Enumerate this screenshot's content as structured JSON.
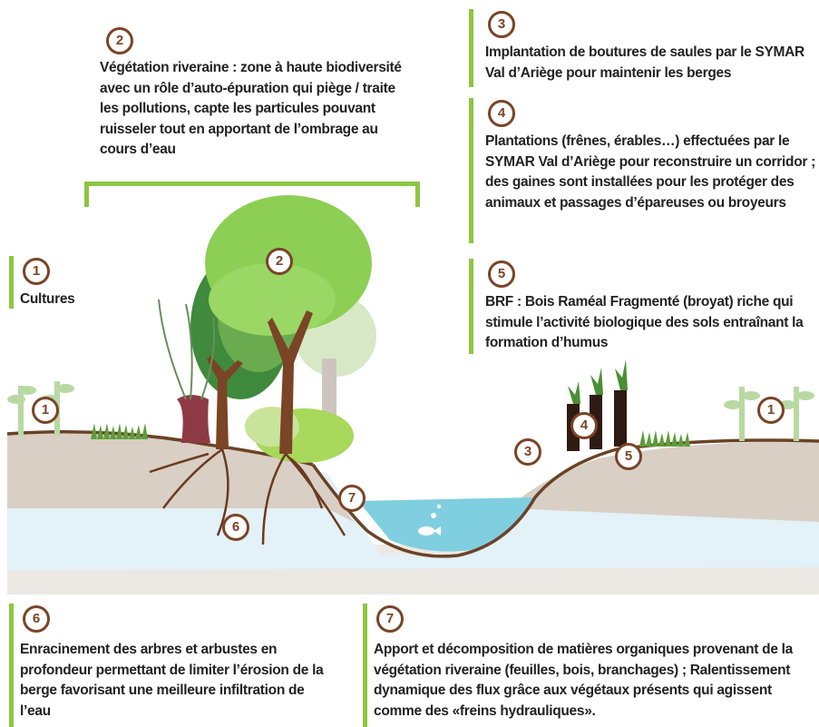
{
  "notes": {
    "n1": {
      "num": "1",
      "text": "Cultures"
    },
    "n2": {
      "num": "2",
      "text": "Végétation riveraine : zone à haute biodiversité avec un rôle d’auto-épuration qui piège / traite les pollutions, capte les particules pouvant ruisseler tout en apportant de l’ombrage au cours d’eau"
    },
    "n3": {
      "num": "3",
      "text": "Implantation de boutures de saules par le SYMAR Val d’Ariège pour maintenir les berges"
    },
    "n4": {
      "num": "4",
      "text": "Plantations (frênes, érables…) effectuées par le SYMAR Val d’Ariège pour reconstruire un corridor ; des gaines sont installées pour les protéger des animaux et passages d’épareuses ou broyeurs"
    },
    "n5": {
      "num": "5",
      "text": "BRF : Bois Raméal Fragmenté (broyat) riche qui stimule l’activité biologique des sols entraînant la formation d’humus"
    },
    "n6": {
      "num": "6",
      "text": "Enracinement des arbres et arbustes en profondeur permettant de limiter l’érosion de la berge favorisant une meilleure infiltration de l’eau"
    },
    "n7": {
      "num": "7",
      "text": "Apport et décomposition de matières organiques provenant de la végétation riveraine (feuilles, bois, branchages) ; Ralentissement dynamique des flux grâce aux végétaux présents qui agissent comme des «freins hydrauliques»."
    }
  },
  "markers": {
    "m1_left": "1",
    "m1_right": "1",
    "m2": "2",
    "m3": "3",
    "m4": "4",
    "m5": "5",
    "m6": "6",
    "m7": "7"
  },
  "colors": {
    "accent_green": "#8dc63f",
    "marker_brown": "#7a4426",
    "water": "#7fcfe0",
    "soil": "#d9cfc4",
    "groundwater": "#e3f1f8"
  }
}
